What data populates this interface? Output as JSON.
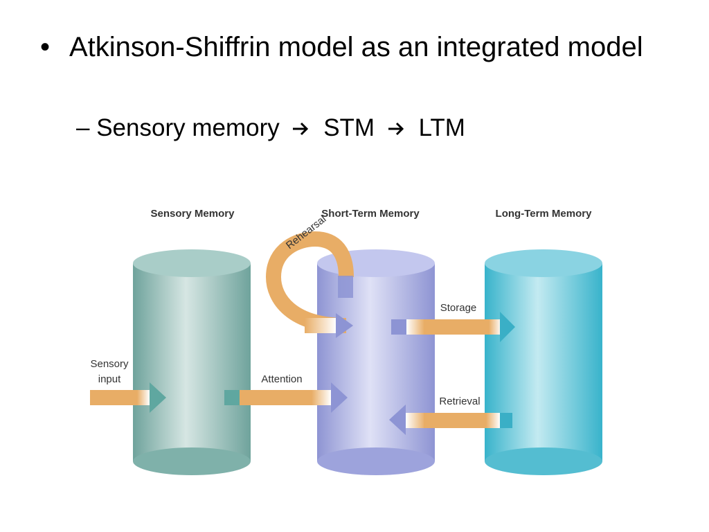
{
  "slide": {
    "bullet_marker": "•",
    "bullet_text": "Atkinson-Shiffrin model as an integrated model",
    "sub_marker": "–",
    "sub_items": [
      "Sensory memory",
      "STM",
      "LTM"
    ]
  },
  "diagram": {
    "stores": [
      {
        "title": "Sensory Memory",
        "color": "#8cbcb6"
      },
      {
        "title": "Short-Term Memory",
        "color": "#a9afe0"
      },
      {
        "title": "Long-Term Memory",
        "color": "#5ec0d4"
      }
    ],
    "labels": {
      "sensory_input_line1": "Sensory",
      "sensory_input_line2": "input",
      "attention": "Attention",
      "rehearsal": "Rehearsal",
      "storage": "Storage",
      "retrieval": "Retrieval"
    },
    "colors": {
      "flow_arrow": "#e8ad66",
      "sensory_arrow_head": "#5fa7a0",
      "stm_arrow_head": "#8d94d4",
      "ltm_arrow_head": "#3aafc6"
    }
  }
}
